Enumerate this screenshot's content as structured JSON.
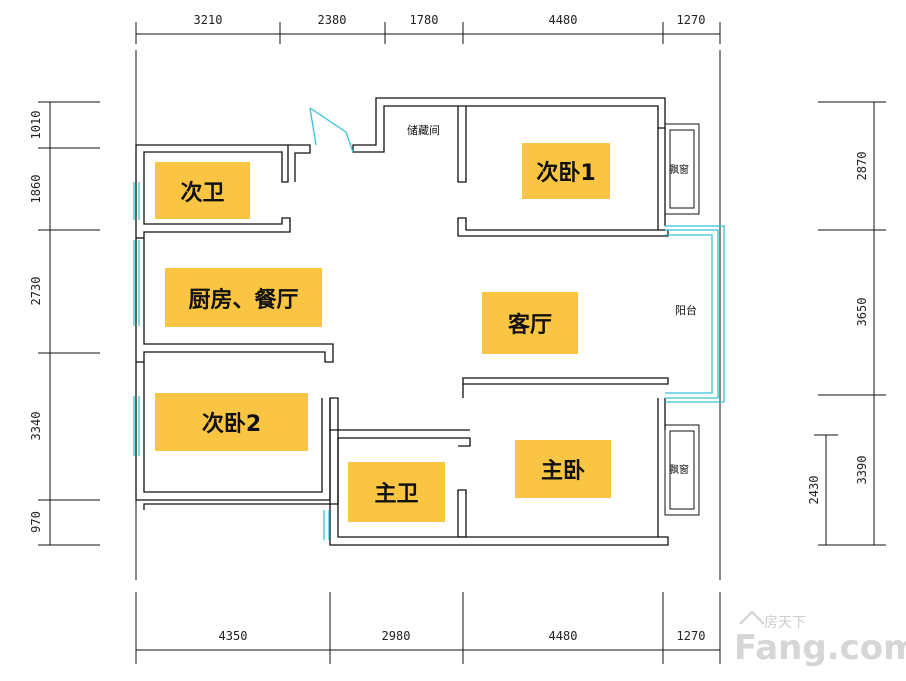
{
  "top_dims": [
    "3210",
    "2380",
    "1780",
    "4480",
    "1270"
  ],
  "bottom_dims": [
    "4350",
    "2980",
    "4480",
    "1270"
  ],
  "left_dims": [
    "1010",
    "1860",
    "2730",
    "3340",
    "970"
  ],
  "right_dims": [
    "2870",
    "3650",
    "3390",
    "2430"
  ],
  "rooms": {
    "second_bath": "次卫",
    "second_bed1": "次卧1",
    "kitchen_dining": "厨房、餐厅",
    "living": "客厅",
    "second_bed2": "次卧2",
    "master_bed": "主卧",
    "master_bath": "主卫"
  },
  "labels": {
    "storage": "储藏间",
    "bay_window_top": "飘窗",
    "bay_window_bottom": "飘窗",
    "balcony": "阳台"
  },
  "watermark": {
    "brand_cn": "房天下",
    "brand_en": "Fang.com"
  }
}
